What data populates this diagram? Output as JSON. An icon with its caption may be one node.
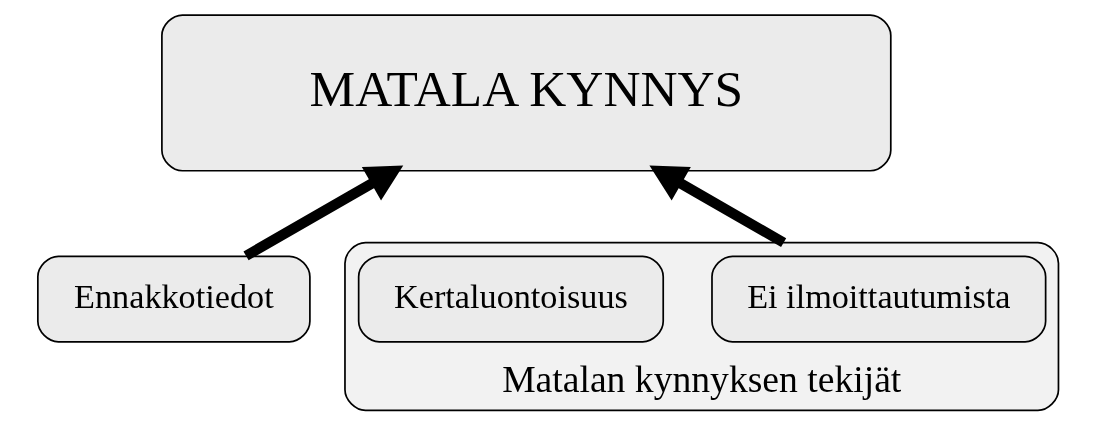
{
  "diagram": {
    "nodes": [
      {
        "text": [
          "MATALA KYNNYS"
        ]
      },
      {
        "text": [
          "Ennakkotiedot"
        ]
      },
      {
        "text": [
          "Matalan kynnyksen tekijät"
        ]
      },
      {
        "text": [
          "Ei ilmoittautumista"
        ],
        "in": 2
      },
      {
        "text": [
          "Kertaluontoisuus"
        ],
        "in": 2
      }
    ],
    "edges": [
      {
        "from": 1,
        "to": 0,
        "arrow": "to"
      },
      {
        "from": 2,
        "to": 0,
        "arrow": "to"
      }
    ]
  }
}
